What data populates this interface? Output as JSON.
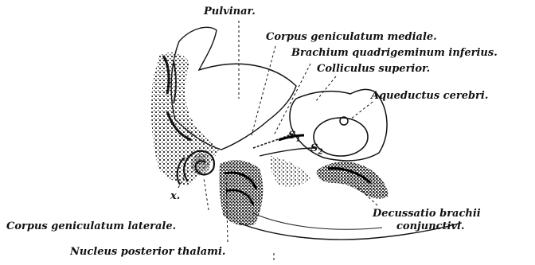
{
  "labels": {
    "pulvinar": "Pulvinar.",
    "corpus_geniculatum_mediale": "Corpus geniculatum mediale.",
    "brachium_quadrigeminum_inferius": "Brachium quadrigeminum inferius.",
    "colliculus_superior": "Colliculus superior.",
    "aqueductus_cerebri": "Aqueductus cerebri.",
    "s1": "S",
    "s1_sub": "1",
    "s2": "S",
    "s2_sub": "2",
    "x": "x.",
    "corpus_geniculatum_laterale": "Corpus geniculatum laterale.",
    "nucleus_posterior_thalami": "Nucleus posterior thalami.",
    "decussatio_line1": "Decussatio brachii",
    "decussatio_line2": "conjunctivi."
  }
}
